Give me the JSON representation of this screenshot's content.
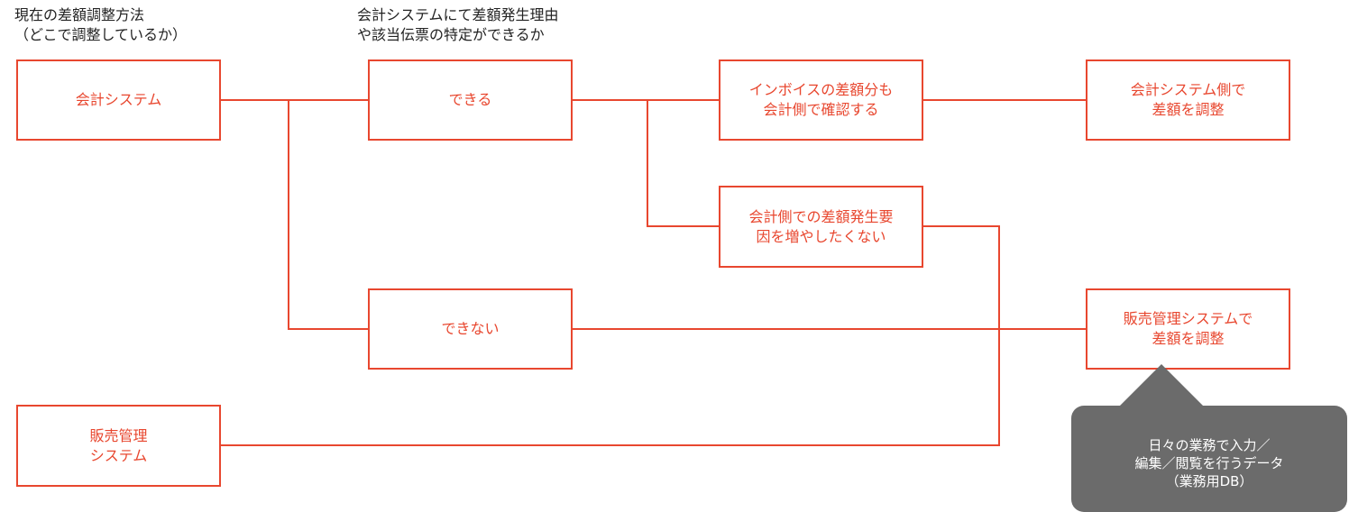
{
  "headers": {
    "current_method": "現在の差額調整方法\n（どこで調整しているか）",
    "identifiable": "会計システムにて差額発生理由\nや該当伝票の特定ができるか"
  },
  "nodes": {
    "accounting_system": "会計システム",
    "sales_system": "販売管理\nシステム",
    "can": "できる",
    "cannot": "できない",
    "invoice_check": "インボイスの差額分も\n会計側で確認する",
    "avoid_increase": "会計側での差額発生要\n因を増やしたくない",
    "adjust_accounting": "会計システム側で\n差額を調整",
    "adjust_sales": "販売管理システムで\n差額を調整"
  },
  "callout": {
    "text": "日々の業務で入力／\n編集／閲覧を行うデータ\n（業務用DB）"
  },
  "colors": {
    "accent": "#e8472f",
    "callout_bg": "#6b6b6b",
    "header_text": "#222222"
  }
}
